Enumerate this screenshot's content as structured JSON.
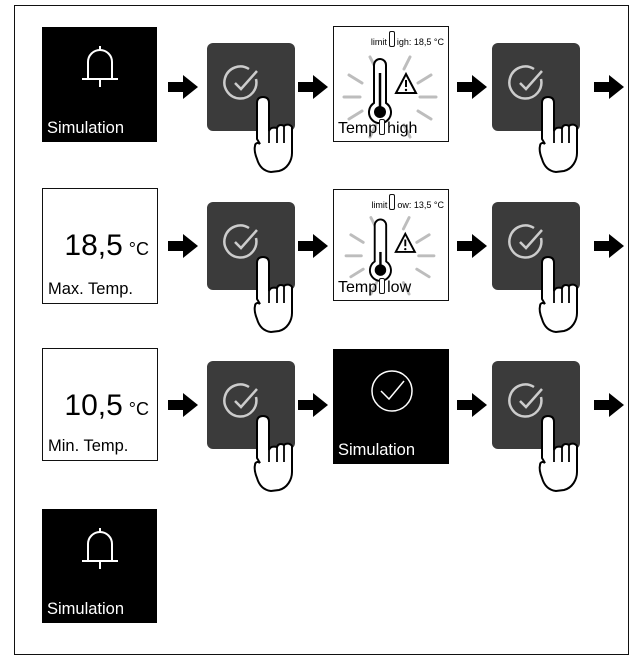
{
  "colors": {
    "dark_button": "#3b3b3b",
    "icon_stroke": "#cccccc",
    "ray_stroke": "#bdbdbd"
  },
  "icons": {
    "bell": "bell-icon",
    "check": "check-circle-icon",
    "hand": "pointing-hand-icon",
    "arrow": "arrow-right-icon",
    "thermometer": "thermometer-icon",
    "warning": "warning-triangle-icon"
  },
  "rows": [
    {
      "start_label": "Simulation",
      "limit_text_a": "limit",
      "limit_text_b": "igh: 18,5 °C",
      "warn_label_a": "Temp",
      "warn_label_b": "high"
    },
    {
      "value": "18,5",
      "unit": "°C",
      "start_label": "Max. Temp.",
      "limit_text_a": "limit",
      "limit_text_b": "ow: 13,5 °C",
      "warn_label_a": "Temp",
      "warn_label_b": "low"
    },
    {
      "value": "10,5",
      "unit": "°C",
      "start_label": "Min. Temp.",
      "result_label": "Simulation"
    },
    {
      "end_label": "Simulation"
    }
  ]
}
